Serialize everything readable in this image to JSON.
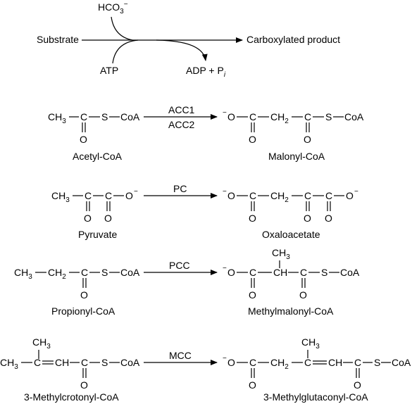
{
  "general_scheme": {
    "substrate": "Substrate",
    "product": "Carboxylated product",
    "bicarbonate": "HCO",
    "bicarbonate_sub": "3",
    "bicarbonate_sup": "−",
    "atp": "ATP",
    "adp_pi": "ADP + P",
    "pi_sub": "i"
  },
  "reactions": [
    {
      "enzyme": "ACC1",
      "enzyme2": "ACC2",
      "substrate_name": "Acetyl-CoA",
      "product_name": "Malonyl-CoA"
    },
    {
      "enzyme": "PC",
      "substrate_name": "Pyruvate",
      "product_name": "Oxaloacetate"
    },
    {
      "enzyme": "PCC",
      "substrate_name": "Propionyl-CoA",
      "product_name": "Methylmalonyl-CoA"
    },
    {
      "enzyme": "MCC",
      "substrate_name": "3-Methylcrotonyl-CoA",
      "product_name": "3-Methylglutaconyl-CoA"
    }
  ],
  "atoms": {
    "C": "C",
    "O": "O",
    "S": "S",
    "CoA": "CoA",
    "CH": "CH",
    "CH2": "CH",
    "CH3": "CH",
    "two": "2",
    "three": "3",
    "minus": "−"
  }
}
